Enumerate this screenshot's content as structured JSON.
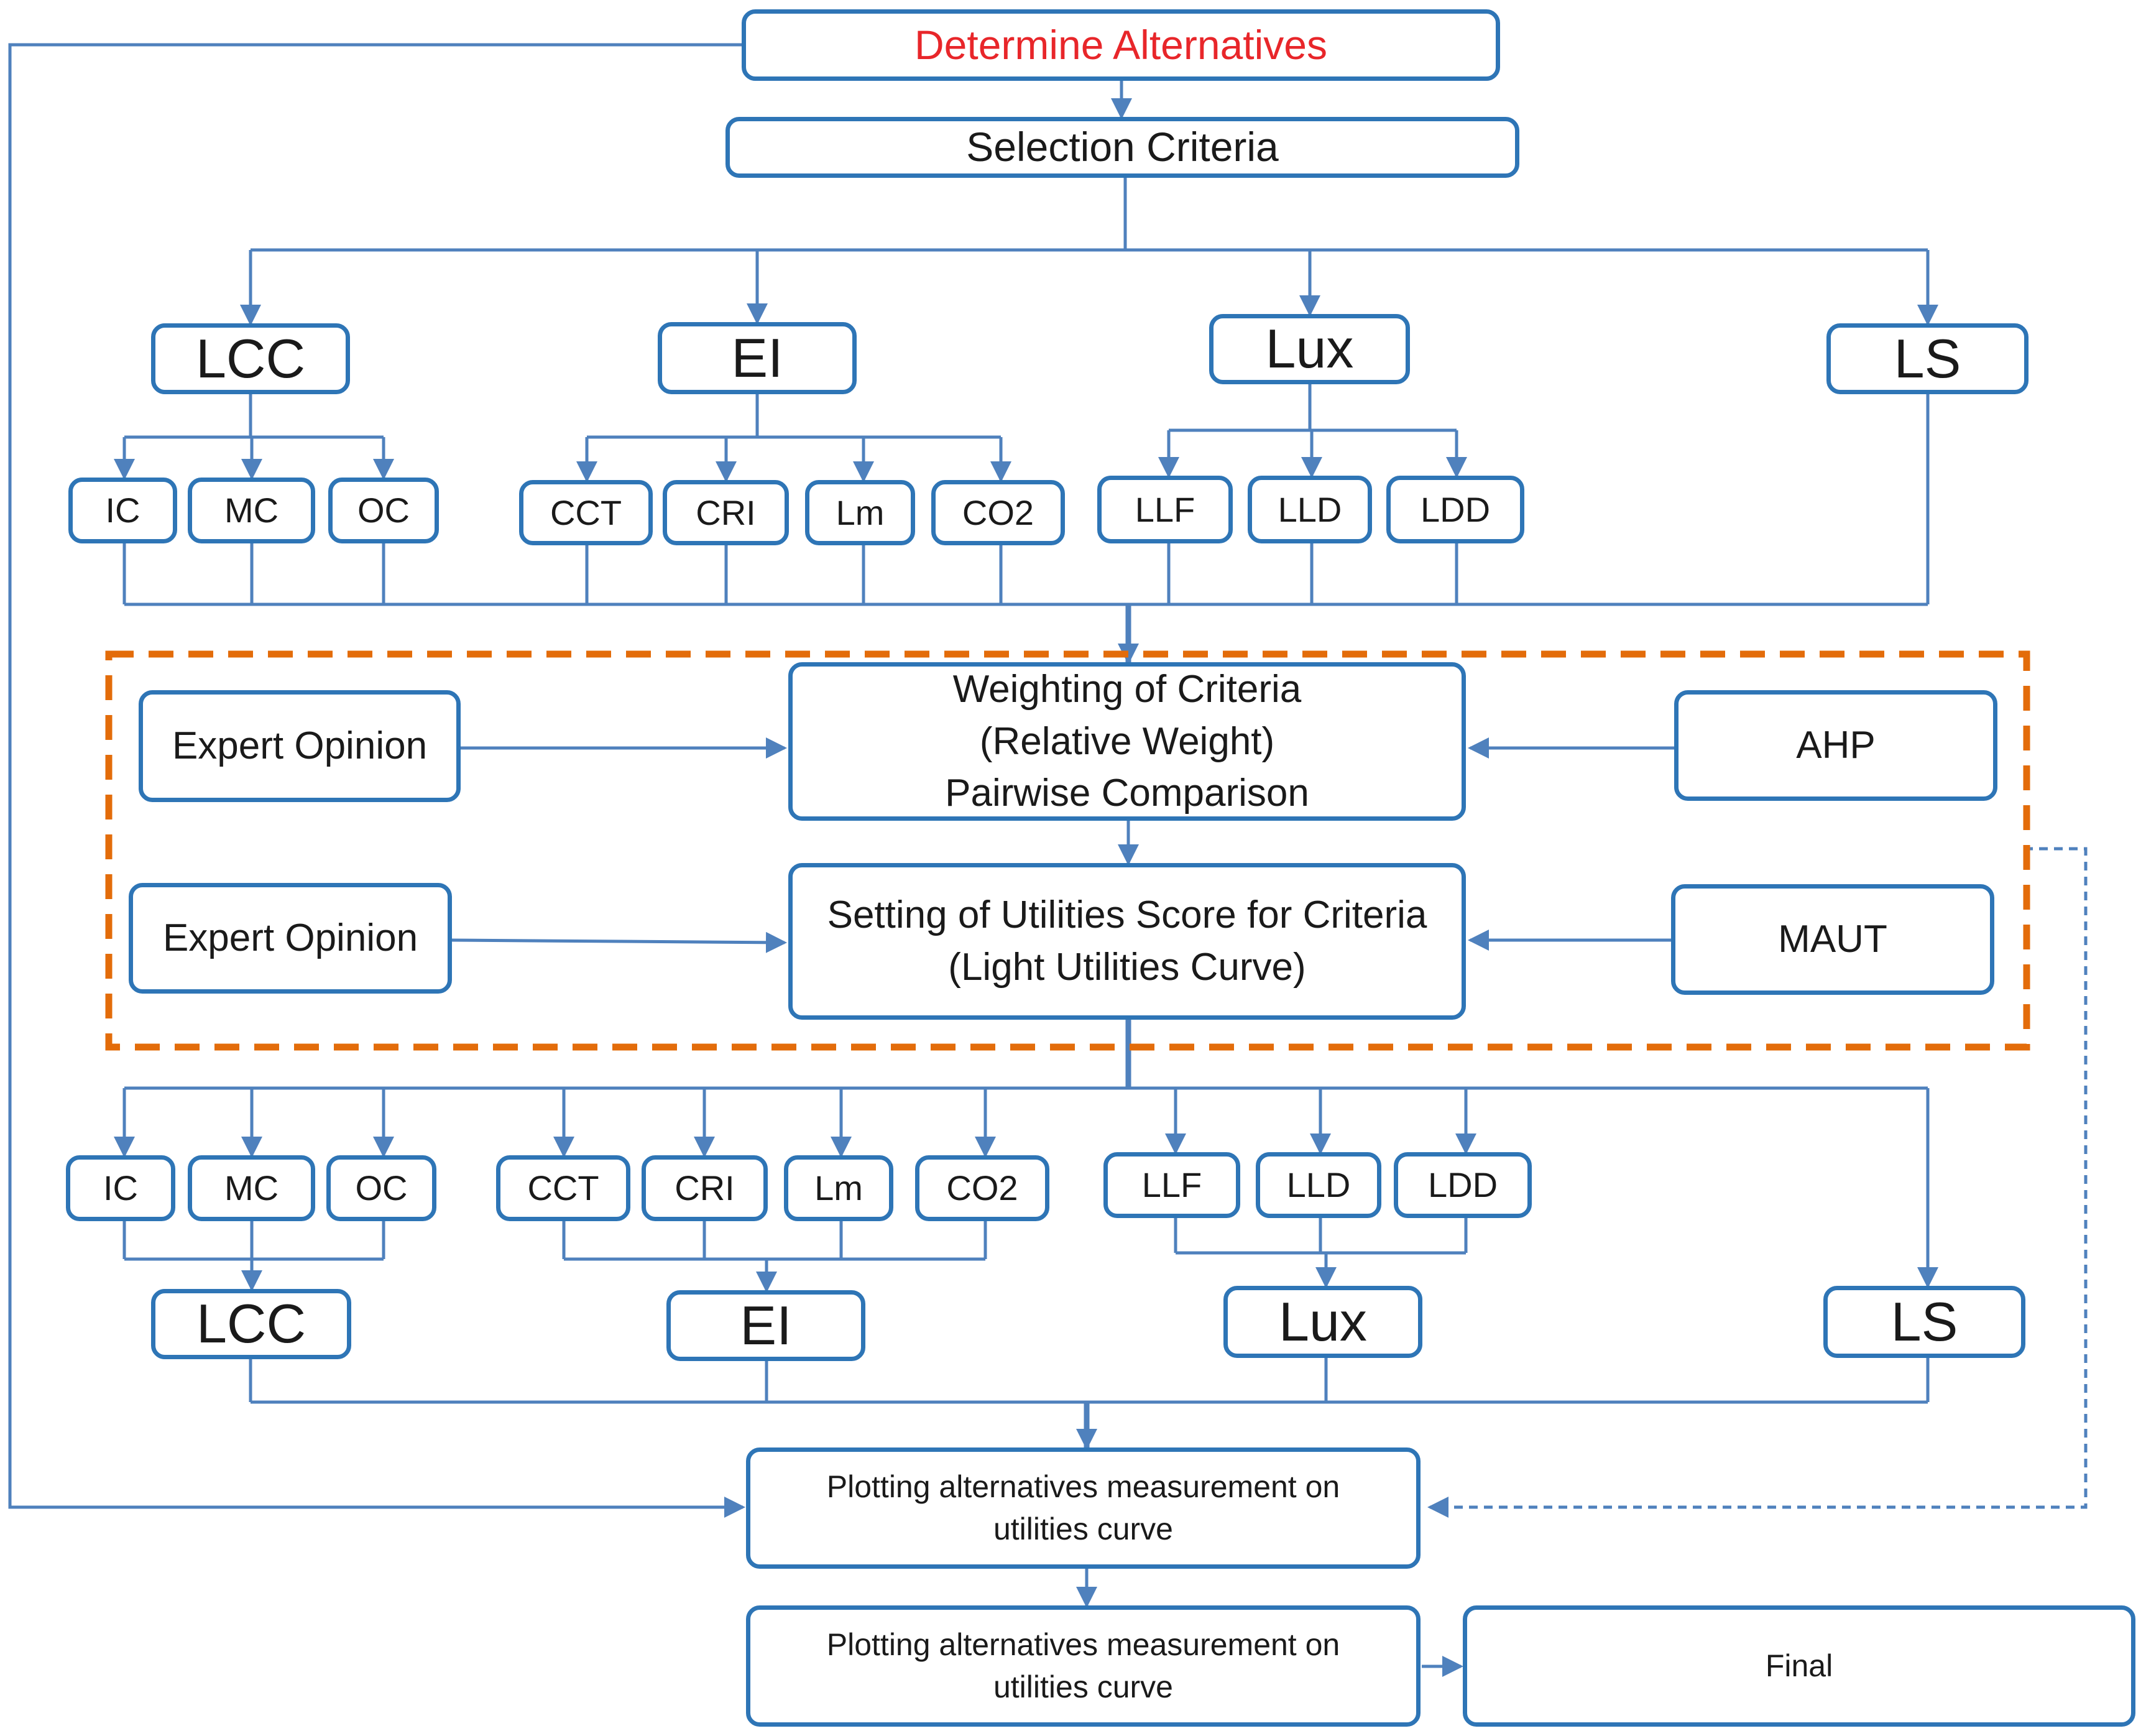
{
  "top": {
    "determine": "Determine Alternatives",
    "selection": "Selection Criteria"
  },
  "criteria": {
    "lcc": "LCC",
    "ei": "EI",
    "lux": "Lux",
    "ls": "LS"
  },
  "sub": {
    "ic": "IC",
    "mc": "MC",
    "oc": "OC",
    "cct": "CCT",
    "cri": "CRI",
    "lm": "Lm",
    "co2": "CO2",
    "llf": "LLF",
    "lld": "LLD",
    "ldd": "LDD"
  },
  "middle": {
    "expert1": "Expert Opinion",
    "expert2": "Expert Opinion",
    "weighting": "Weighting of Criteria\n(Relative Weight)\nPairwise Comparison",
    "setting": "Setting of Utilities Score for Criteria\n(Light Utilities Curve)",
    "ahp": "AHP",
    "maut": "MAUT"
  },
  "bottom": {
    "plot1": "Plotting alternatives measurement on\nutilities curve",
    "plot2": "Plotting alternatives measurement on\nutilities curve",
    "final": "Final"
  },
  "colors": {
    "box_border": "#2e75b6",
    "connector": "#4f81bd",
    "dashed_group": "#e36c0a",
    "highlight_text": "#e8262a"
  }
}
